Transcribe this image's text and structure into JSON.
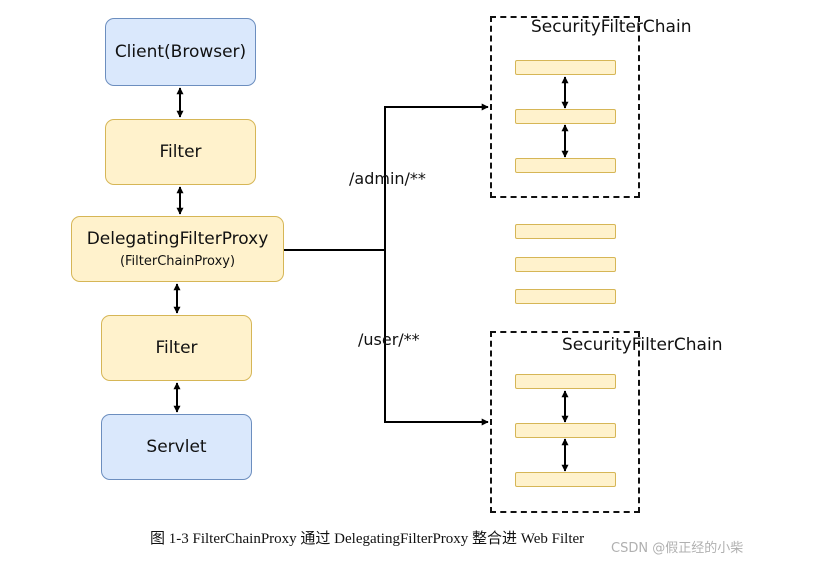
{
  "diagram": {
    "nodes": {
      "client": "Client(Browser)",
      "filter_top": "Filter",
      "proxy": "DelegatingFilterProxy",
      "proxy_sub": "(FilterChainProxy)",
      "filter_bottom": "Filter",
      "servlet": "Servlet"
    },
    "routes": {
      "admin": "/admin/**",
      "user": "/user/**"
    },
    "chains": {
      "top_title": "SecurityFilterChain",
      "bottom_title": "SecurityFilterChain"
    }
  },
  "caption": {
    "text": "图 1-3    FilterChainProxy 通过 DelegatingFilterProxy 整合进 Web Filter"
  },
  "watermark": {
    "text": "CSDN @假正经的小柴"
  },
  "colors": {
    "blue_fill": "#dae8fc",
    "blue_stroke": "#6c8ebf",
    "yellow_fill": "#fff2cc",
    "yellow_stroke": "#d6b656"
  }
}
